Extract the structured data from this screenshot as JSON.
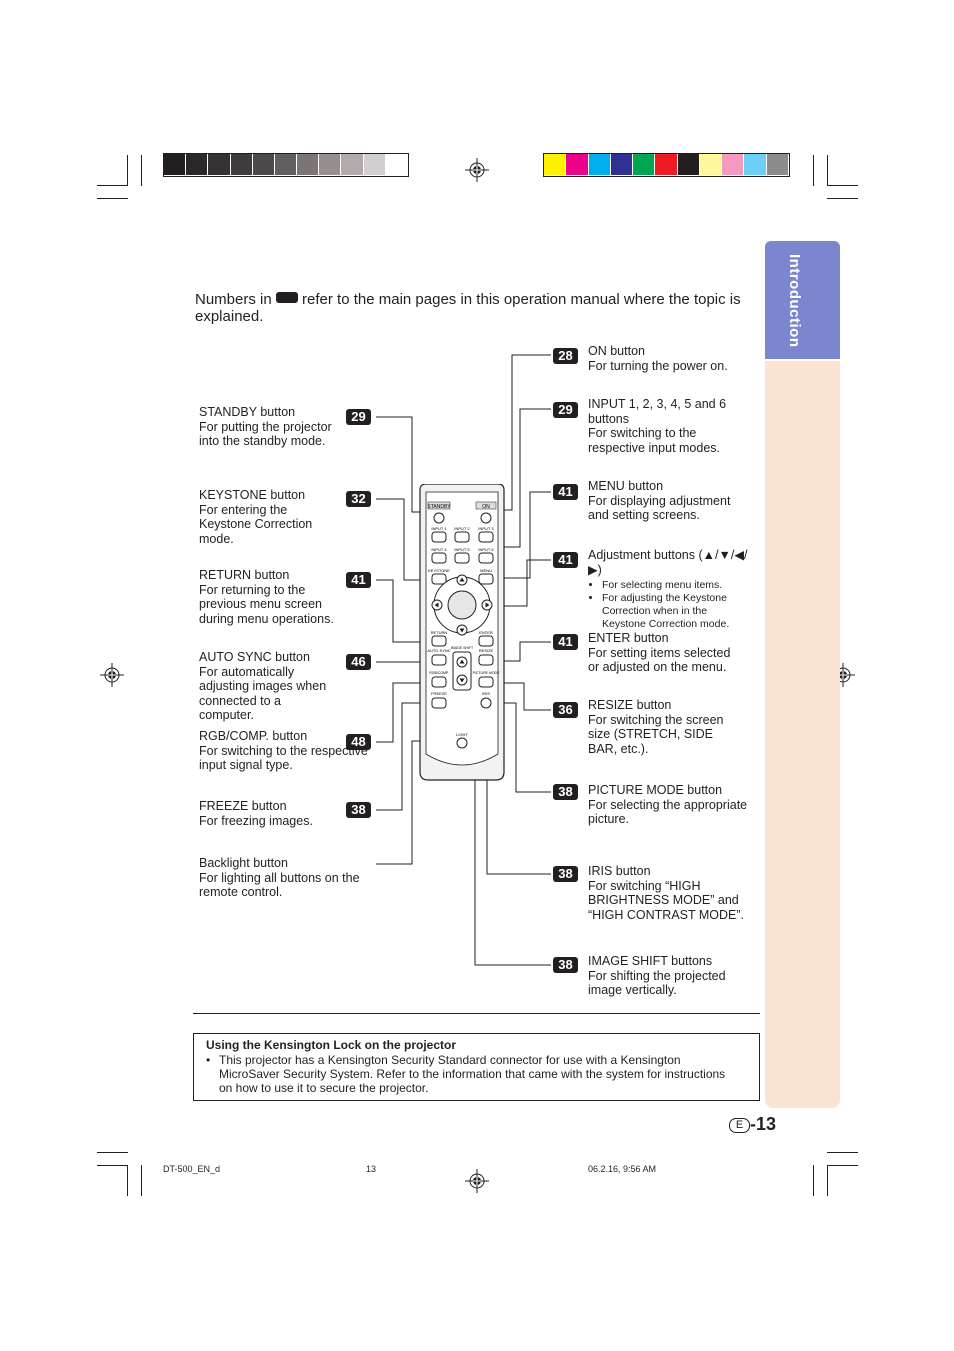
{
  "section_tab": "Introduction",
  "intro": {
    "before": "Numbers in",
    "after": "refer to the main pages in this operation manual where the topic is explained."
  },
  "left_items": [
    {
      "page": "29",
      "title": "STANDBY button",
      "desc": "For putting the projector into the standby mode."
    },
    {
      "page": "32",
      "title": "KEYSTONE button",
      "desc": "For entering the Keystone Correction mode."
    },
    {
      "page": "41",
      "title": "RETURN button",
      "desc": "For returning to the previous menu screen during menu operations."
    },
    {
      "page": "46",
      "title": "AUTO SYNC button",
      "desc": "For automatically adjusting images when connected to a computer."
    },
    {
      "page": "48",
      "title": "RGB/COMP. button",
      "desc": "For switching to the respective input signal type."
    },
    {
      "page": "38",
      "title": "FREEZE button",
      "desc": "For freezing images."
    },
    {
      "page": "",
      "title": "Backlight button",
      "desc": "For lighting all buttons on the remote control."
    }
  ],
  "right_items": [
    {
      "page": "28",
      "title": "ON button",
      "desc": "For turning the power on."
    },
    {
      "page": "29",
      "title": "INPUT 1, 2, 3, 4, 5 and 6 buttons",
      "desc": "For switching to the respective input modes."
    },
    {
      "page": "41",
      "title": "MENU button",
      "desc": "For displaying adjustment and setting screens."
    },
    {
      "page": "41",
      "title": "Adjustment buttons (▲/▼/◀/▶)",
      "desc": "",
      "bullets": [
        "For selecting menu items.",
        "For adjusting the Keystone Correction when in the Keystone Correction mode."
      ]
    },
    {
      "page": "41",
      "title": "ENTER button",
      "desc": "For setting items selected or adjusted on the menu."
    },
    {
      "page": "36",
      "title": "RESIZE button",
      "desc": "For switching the screen size (STRETCH, SIDE BAR, etc.)."
    },
    {
      "page": "38",
      "title": "PICTURE MODE button",
      "desc": "For selecting the appropriate picture."
    },
    {
      "page": "38",
      "title": "IRIS button",
      "desc": "For switching “HIGH BRIGHTNESS MODE” and “HIGH CONTRAST MODE”."
    },
    {
      "page": "38",
      "title": "IMAGE SHIFT buttons",
      "desc": "For shifting the projected image vertically."
    }
  ],
  "remote_labels": {
    "standby": "STANDBY",
    "on": "ON",
    "input1": "INPUT 1",
    "input2": "INPUT 2",
    "input3": "INPUT 3",
    "input4": "INPUT 4",
    "input5": "INPUT 5",
    "input6": "INPUT 6",
    "keystone": "KEYSTONE",
    "menu": "MENU",
    "return": "RETURN",
    "enter": "ENTER",
    "auto_sync": "AUTO SYNC",
    "image_shift": "IMAGE SHIFT",
    "resize": "RESIZE",
    "rgb_comp": "RGB/COMP.",
    "picture_mode": "PICTURE MODE",
    "freeze": "FREEZE",
    "iris": "IRIS",
    "light": "LIGHT"
  },
  "note": {
    "title": "Using the Kensington Lock on the projector",
    "bullet": "This projector has a Kensington Security Standard connector for use with a Kensington MicroSaver Security System. Refer to the information that came with the system for instructions on how to use it to secure the projector."
  },
  "page_number": {
    "letter": "E",
    "number": "-13"
  },
  "footer": {
    "file": "DT-500_EN_d",
    "page": "13",
    "date": "06.2.16, 9:56 AM"
  },
  "colors": {
    "tab_blue": "#7b86cf",
    "tab_peach": "#fbe3d4",
    "gray_bar": [
      "#231f20",
      "#2b2829",
      "#363233",
      "#403c3d",
      "#4e4a4b",
      "#625d5e",
      "#7b7576",
      "#958f90",
      "#b1abac",
      "#d3cecf",
      "#ffffff"
    ],
    "color_bar": [
      "#fff200",
      "#ec008c",
      "#00aeef",
      "#2e3192",
      "#00a651",
      "#ed1c24",
      "#231f20",
      "#fff799",
      "#f49ac1",
      "#6dcff6",
      "#8c8c8c"
    ]
  }
}
